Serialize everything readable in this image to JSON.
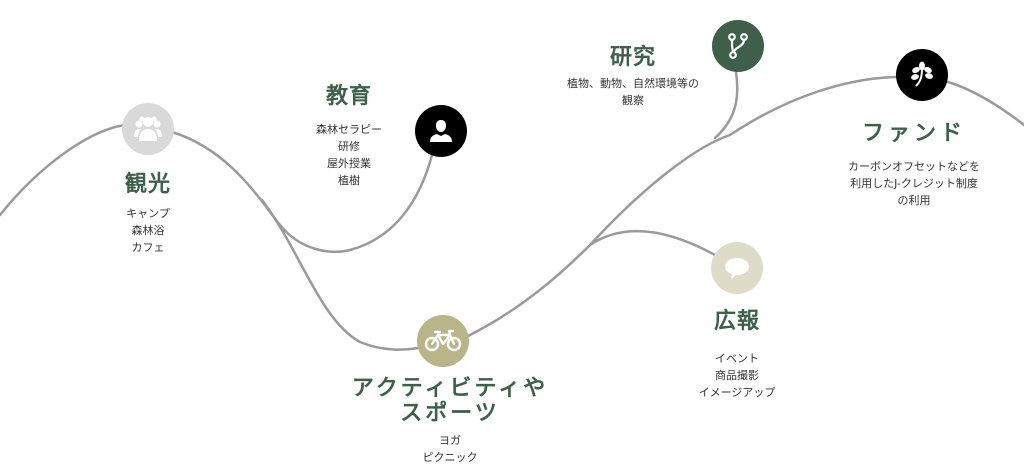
{
  "colors": {
    "title": "#3f5f4b",
    "line": "#9a9a9a",
    "text": "#333333"
  },
  "nodes": {
    "tourism": {
      "title": "観光",
      "icon": "group-icon",
      "icon_color": "#d9d9d9",
      "lines": [
        "キャンプ",
        "森林浴",
        "カフェ"
      ]
    },
    "education": {
      "title": "教育",
      "icon": "user-icon",
      "icon_color": "#000000",
      "lines": [
        "森林セラピー",
        "研修",
        "屋外授業",
        "植樹"
      ]
    },
    "research": {
      "title": "研究",
      "icon": "branch-icon",
      "icon_color": "#3f5f4b",
      "lines": [
        "植物、動物、自然環境等の",
        "観察"
      ]
    },
    "fund": {
      "title": "ファンド",
      "icon": "leaf-icon",
      "icon_color": "#000000",
      "lines": [
        "カーボンオフセットなどを",
        "利用したJ-クレジット制度",
        "の利用"
      ]
    },
    "pr": {
      "title": "広報",
      "icon": "speech-bubble-icon",
      "icon_color": "#dedcc9",
      "lines": [
        "イベント",
        "商品撮影",
        "イメージアップ"
      ]
    },
    "activity": {
      "title_lines": [
        "アクティビティや",
        "スポーツ"
      ],
      "icon": "bicycle-icon",
      "icon_color": "#b9b48a",
      "lines": [
        "ヨガ",
        "ピクニック"
      ]
    }
  }
}
